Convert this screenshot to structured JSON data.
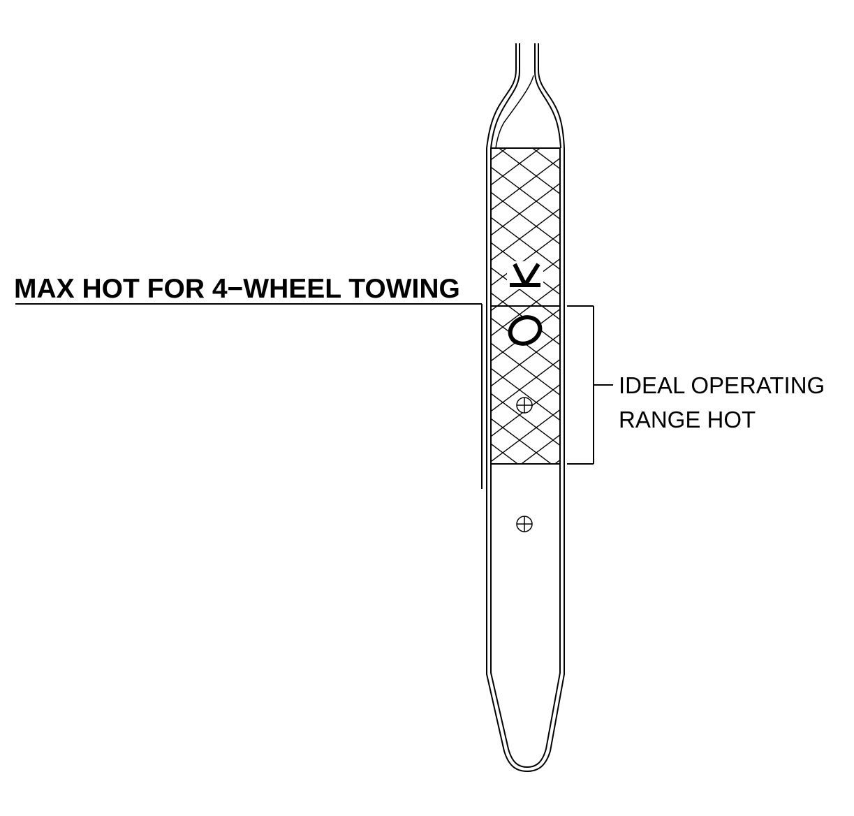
{
  "labels": {
    "max_hot_towing": "MAX HOT FOR 4−WHEEL TOWING",
    "ideal_range_line1": "IDEAL OPERATING",
    "ideal_range_line2": "RANGE HOT"
  },
  "dipstick_marking": {
    "letter_o": "O",
    "letter_k": "K"
  },
  "colors": {
    "line": "#000000",
    "background": "#ffffff"
  }
}
